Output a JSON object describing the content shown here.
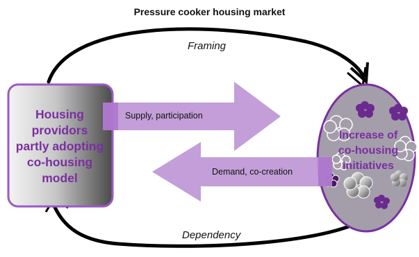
{
  "title": "Pressure cooker housing market",
  "top_arc_label": "Framing",
  "bottom_arc_label": "Dependency",
  "left_box": {
    "lines": [
      "Housing",
      "providors",
      "partly adopting",
      "co-housing",
      "model"
    ]
  },
  "right_oval": {
    "lines": [
      "Increase of",
      "co-housing",
      "initiatives"
    ]
  },
  "right_arrow_label": "Supply, participation",
  "left_arrow_label": "Demand, co-creation",
  "colors": {
    "purple_text": "#7a2fa0",
    "arrow_fill": "#c099d6",
    "box_border": "#9b59c6",
    "oval_fill": "#a49eab",
    "flower": "#6b2a8e"
  }
}
